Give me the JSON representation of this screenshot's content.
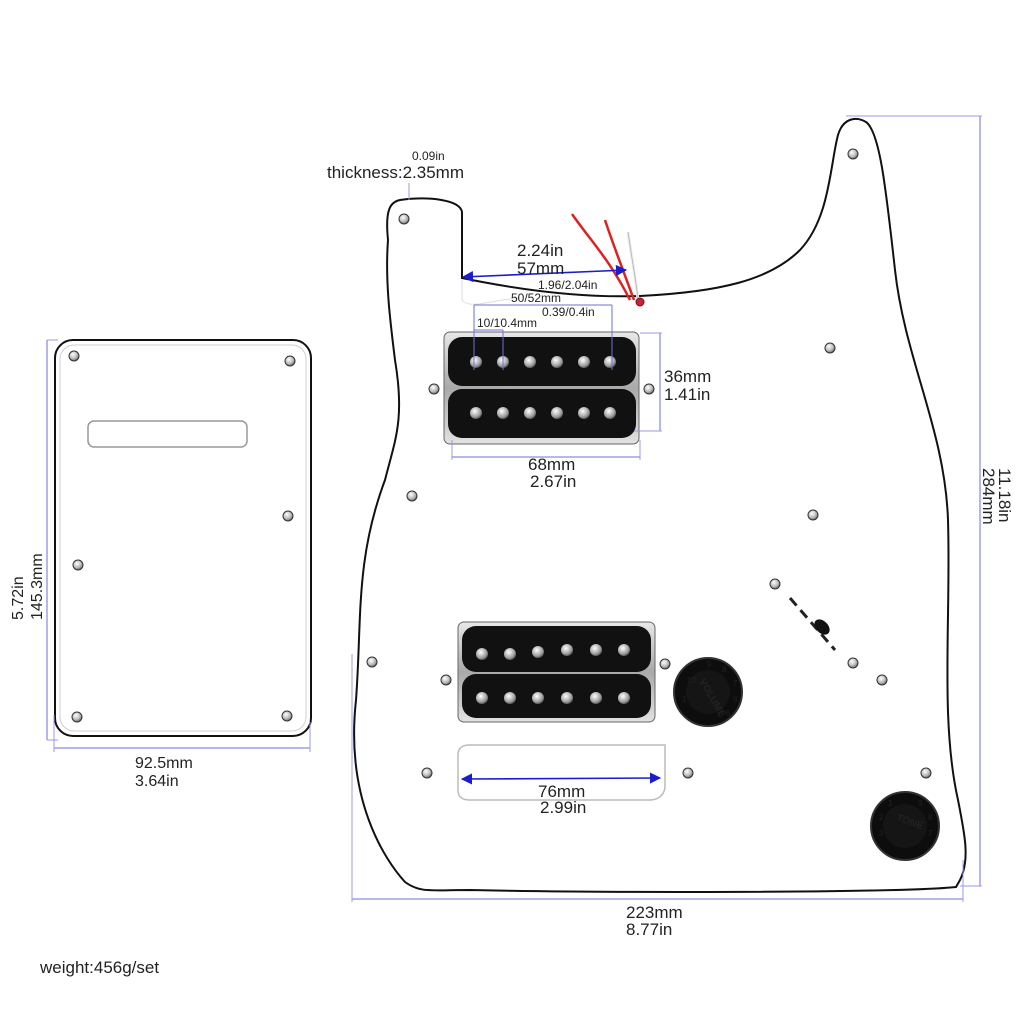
{
  "thickness": {
    "inches": "0.09in",
    "label": "thickness:2.35mm"
  },
  "top_gap": {
    "inches": "2.24in",
    "mm": "57mm"
  },
  "pole_span": {
    "inches": "1.96/2.04in",
    "mm": "50/52mm"
  },
  "pole_gap": {
    "inches": "0.39/0.4in",
    "mm": "10/10.4mm"
  },
  "pickup_height": {
    "mm": "36mm",
    "inches": "1.41in"
  },
  "pickup_width": {
    "mm": "68mm",
    "inches": "2.67in"
  },
  "bottom_slot": {
    "mm": "76mm",
    "inches": "2.99in"
  },
  "pickguard_width": {
    "mm": "223mm",
    "inches": "8.77in"
  },
  "pickguard_height": {
    "inches": "11.18in",
    "mm": "284mm"
  },
  "backplate_width": {
    "mm": "92.5mm",
    "inches": "3.64in"
  },
  "backplate_height": {
    "inches": "5.72in",
    "mm": "145.3mm"
  },
  "knobs": {
    "volume": "VOLUME",
    "tone": "TONE"
  },
  "weight": "weight:456g/set",
  "colors": {
    "dimension_line": "#6f6fd8",
    "arrow": "#1c1ccf",
    "pickup": "#111111",
    "plate": "#ffffff"
  }
}
